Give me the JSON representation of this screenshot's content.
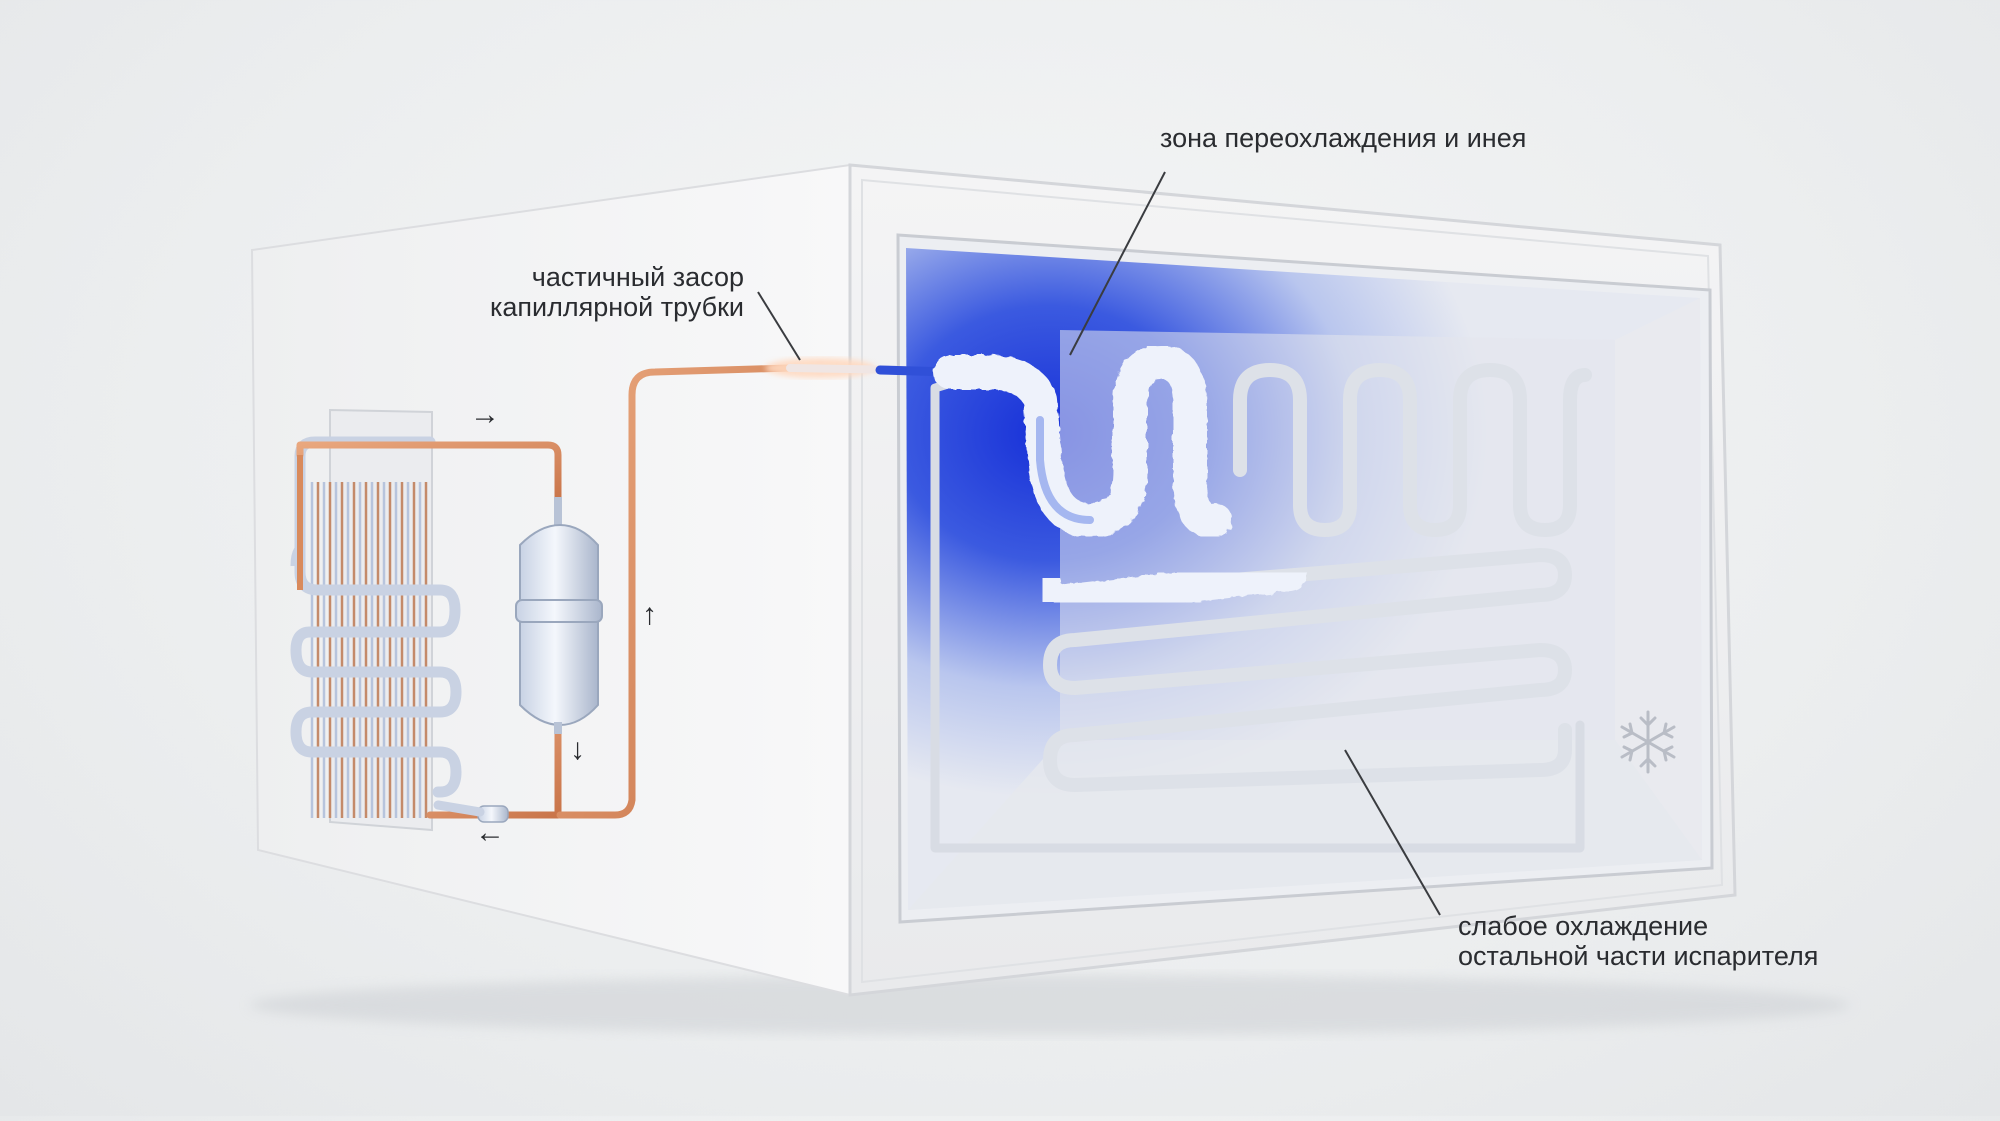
{
  "labels": {
    "capillary_clog": [
      "частичный засор",
      "капиллярной трубки"
    ],
    "frost_zone": "зона переохлаждения и инея",
    "weak_cooling": [
      "слабое охлаждение",
      "остальной части испарителя"
    ]
  },
  "arrows": {
    "top": "→",
    "up": "↑",
    "down": "↓",
    "bottom": "←"
  },
  "icons": [
    "snowflake-icon"
  ],
  "colors": {
    "copper": "#d98a5c",
    "frost_blue": "#1e3fd6",
    "tube_silver": "#d9dde4",
    "cabinet": "#f3f3f4"
  }
}
